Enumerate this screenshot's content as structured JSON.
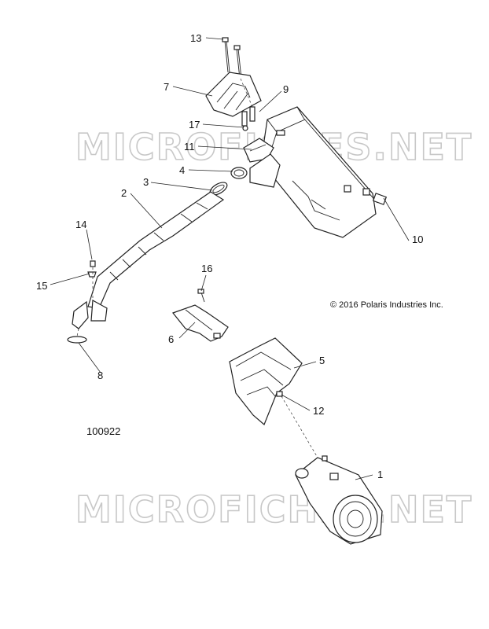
{
  "watermark": "MICROFICHES.NET",
  "copyright": "© 2016 Polaris Industries Inc.",
  "diagram_number": "100922",
  "callouts": [
    {
      "id": "c1",
      "label": "1"
    },
    {
      "id": "c2",
      "label": "2"
    },
    {
      "id": "c3",
      "label": "3"
    },
    {
      "id": "c4",
      "label": "4"
    },
    {
      "id": "c5",
      "label": "5"
    },
    {
      "id": "c6",
      "label": "6"
    },
    {
      "id": "c7",
      "label": "7"
    },
    {
      "id": "c8",
      "label": "8"
    },
    {
      "id": "c9",
      "label": "9"
    },
    {
      "id": "c10",
      "label": "10"
    },
    {
      "id": "c11",
      "label": "11"
    },
    {
      "id": "c12",
      "label": "12"
    },
    {
      "id": "c13",
      "label": "13"
    },
    {
      "id": "c14",
      "label": "14"
    },
    {
      "id": "c15",
      "label": "15"
    },
    {
      "id": "c16",
      "label": "16"
    },
    {
      "id": "c17",
      "label": "17"
    }
  ]
}
